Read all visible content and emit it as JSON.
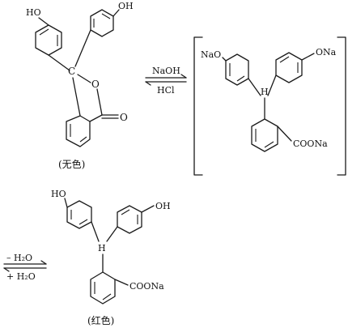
{
  "scheme": {
    "structure_1": {
      "labels": {
        "oh_left": "HO",
        "oh_right": "OH",
        "central_carbon": "C",
        "ring_oxygen": "O",
        "carbonyl": "O"
      },
      "caption": "(无色)"
    },
    "equilibrium_1": {
      "reagent_forward": "NaOH",
      "reagent_reverse": "HCl"
    },
    "structure_2": {
      "labels": {
        "ona_left": "NaO",
        "ona_right": "ONa",
        "central_h": "H",
        "carboxylate": "COONa"
      }
    },
    "equilibrium_2": {
      "reagent_forward": "– H₂O",
      "reagent_reverse": "+ H₂O"
    },
    "structure_3": {
      "labels": {
        "ho_left": "HO",
        "oh_right": "OH",
        "central_h": "H",
        "carboxylate": "COONa"
      },
      "caption": "(红色)"
    }
  }
}
